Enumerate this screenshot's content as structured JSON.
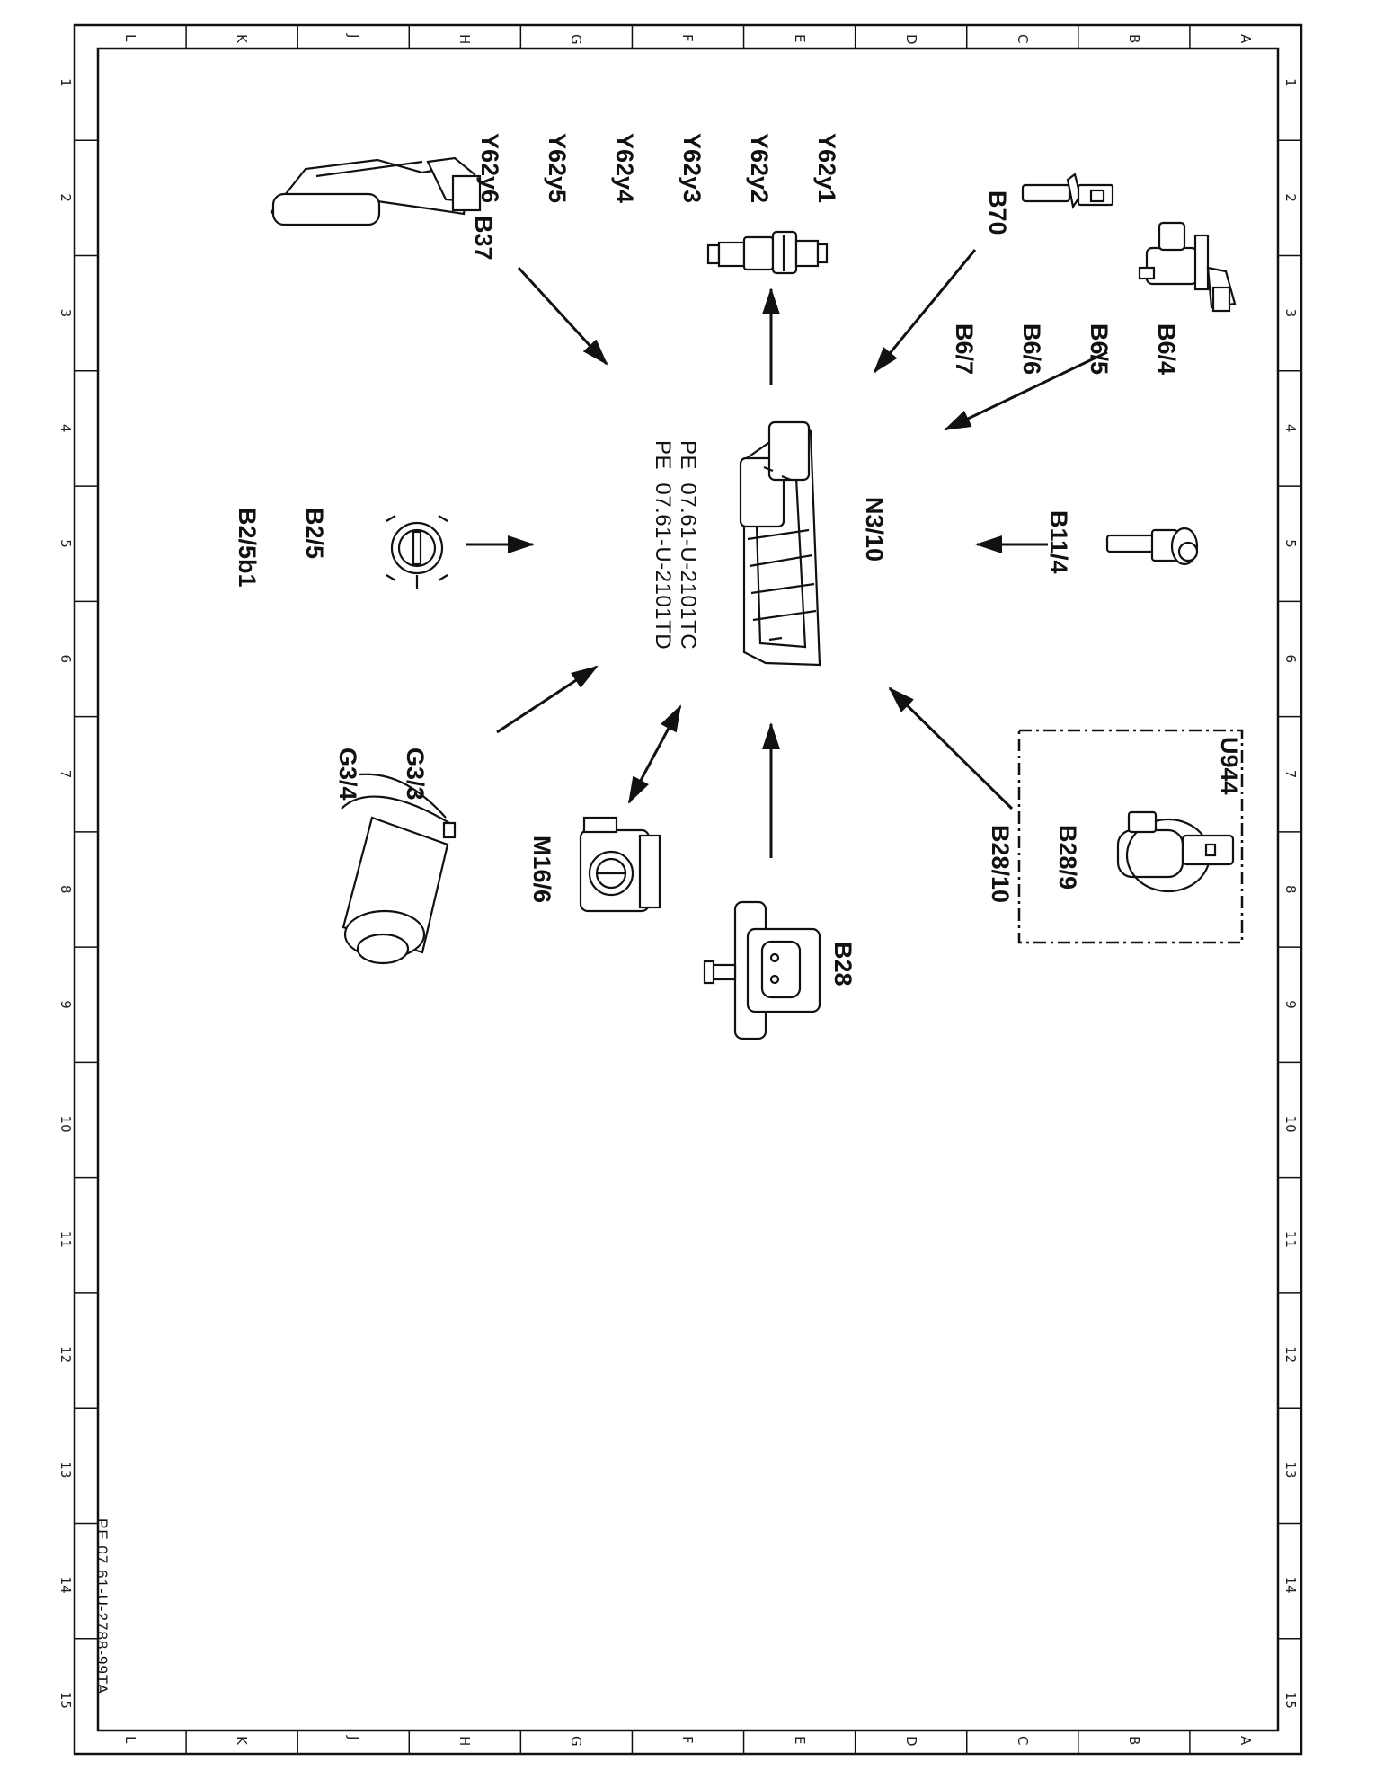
{
  "frame": {
    "zone_letters": [
      "L",
      "K",
      "J",
      "H",
      "G",
      "F",
      "E",
      "D",
      "C",
      "B",
      "A"
    ],
    "zone_numbers": [
      "1",
      "2",
      "3",
      "4",
      "5",
      "6",
      "7",
      "8",
      "9",
      "10",
      "11",
      "12",
      "13",
      "14",
      "15"
    ],
    "drawing_number": "PE 07.61-U-2788-99TA"
  },
  "components": {
    "ecu": {
      "label": "N3/10",
      "refs": [
        "PE  07.61-U-2101TC",
        "PE  07.61-U-2101TD"
      ]
    },
    "injectors": {
      "labels": [
        "Y62y1",
        "Y62y2",
        "Y62y3",
        "Y62y4",
        "Y62y5",
        "Y62y6"
      ]
    },
    "crank_sensor": {
      "label": "B70"
    },
    "cam_sensors": {
      "labels": [
        "B6/4",
        "B6/5",
        "B6/6",
        "B6/7"
      ]
    },
    "temp_sensor": {
      "label": "B11/4"
    },
    "map_group": {
      "group_label": "U944",
      "labels": [
        "B28/9",
        "B28/10"
      ]
    },
    "pressure_sensor": {
      "label": "B28"
    },
    "throttle": {
      "label": "M16/6"
    },
    "knock_sensors": {
      "labels": [
        "G3/3",
        "G3/4"
      ]
    },
    "pedal": {
      "label": "B37"
    },
    "ignition_lock": {
      "labels": [
        "B2/5",
        "B2/5b1"
      ]
    }
  }
}
